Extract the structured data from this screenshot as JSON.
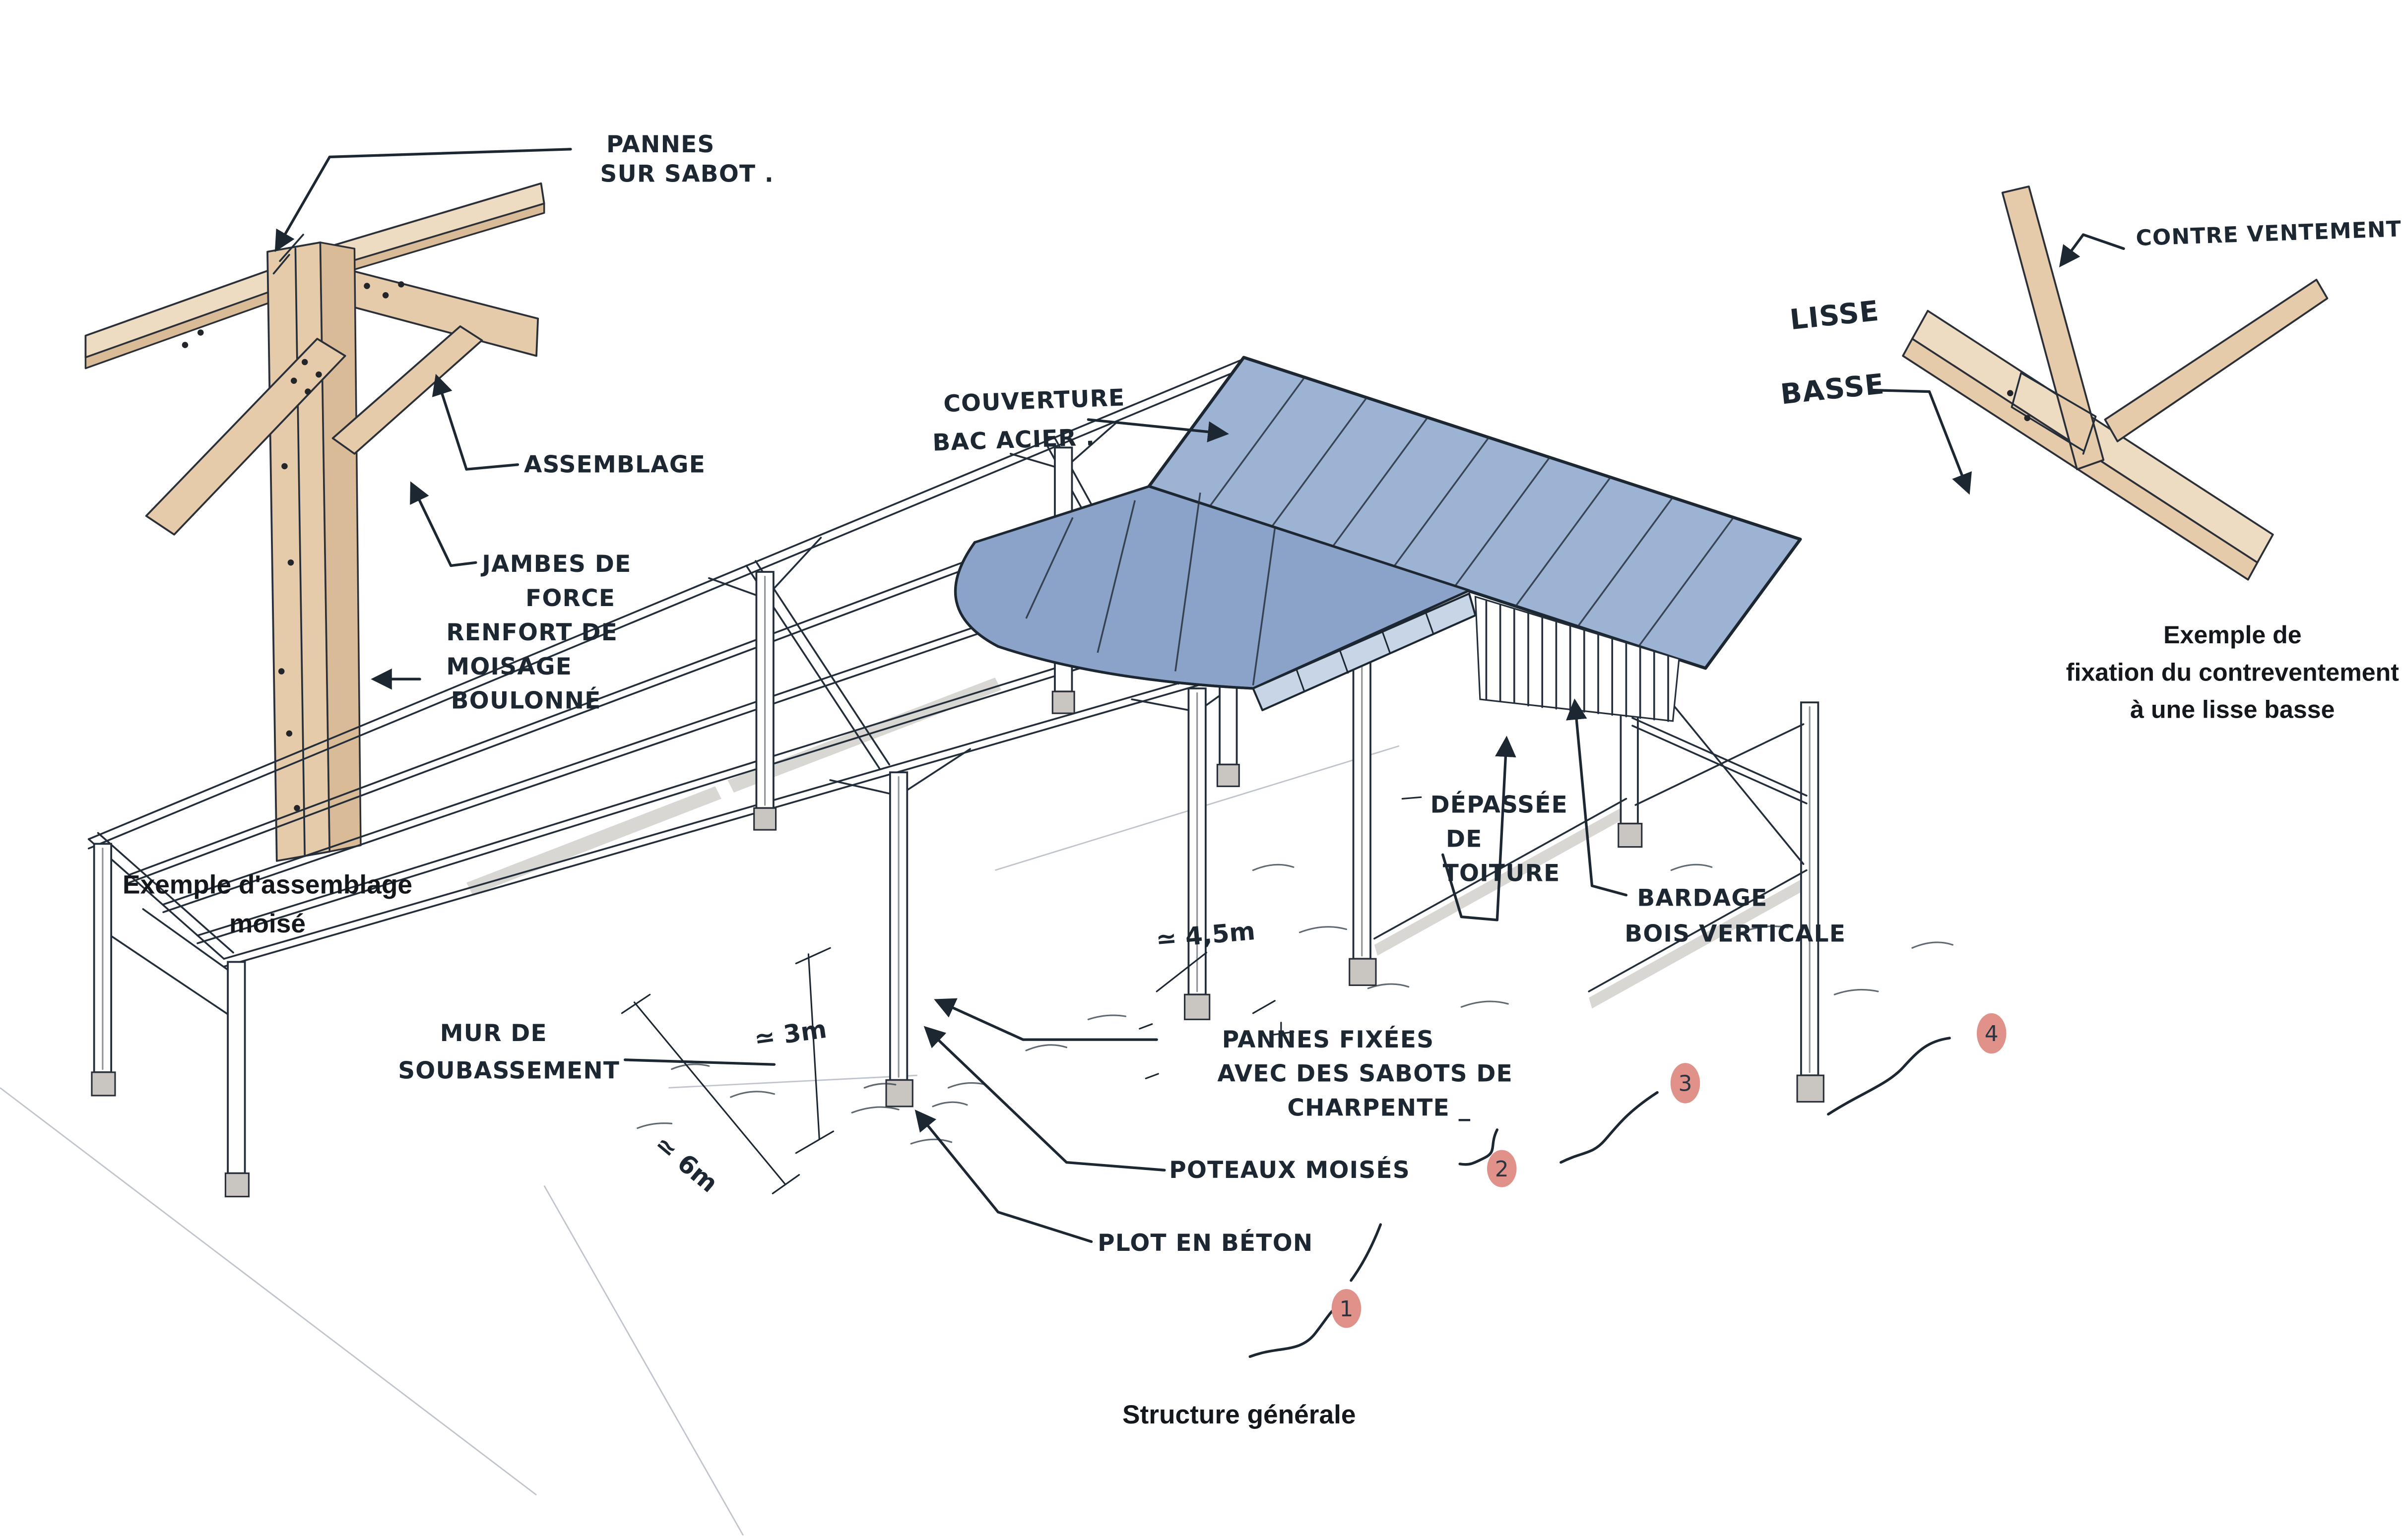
{
  "captions": {
    "assemblage_title_1": "Exemple d'assemblage",
    "assemblage_title_2": "moisé",
    "fixation_title_1": "Exemple de",
    "fixation_title_2": "fixation du contreventement",
    "fixation_title_3": "à une lisse basse",
    "structure_title": "Structure générale"
  },
  "annotations": {
    "pannes_1": "PANNES",
    "pannes_2": "SUR SABOT .",
    "assemblage": "ASSEMBLAGE",
    "jambes_1": "JAMBES DE",
    "jambes_2": "FORCE",
    "jambes_3": "RENFORT DE",
    "jambes_4": "MOISAGE",
    "jambes_5": "BOULONNÉ",
    "couverture_1": "COUVERTURE",
    "couverture_2": "BAC ACIER .",
    "lisse_1": "LISSE",
    "lisse_2": "BASSE",
    "contreventement": "CONTRE VENTEMENT",
    "depassee_1": "DÉPASSÉE",
    "depassee_2": "DE",
    "depassee_3": "TOITURE",
    "bardage_1": "BARDAGE",
    "bardage_2": "BOIS VERTICALE",
    "pannes_fixees_1": "PANNES FIXÉES",
    "pannes_fixees_2": "AVEC DES SABOTS DE",
    "pannes_fixees_3": "CHARPENTE _",
    "poteaux": "POTEAUX MOISÉS",
    "plot": "PLOT EN BÉTON",
    "mur_1": "MUR DE",
    "mur_2": "SOUBASSEMENT"
  },
  "dimensions": {
    "height": "≃ 3m",
    "length": "≃ 6m",
    "bay": "≃ 4,5m"
  },
  "markers": {
    "m1": "1",
    "m2": "2",
    "m3": "3",
    "m4": "4"
  },
  "colors": {
    "ink": "#1d2732",
    "timber": "#e6cbaa",
    "timber_light": "#eedcc2",
    "timber_dark": "#d9bb97",
    "roof": "#9db3d3",
    "roof_dark": "#8ba3c8",
    "fascia": "#c8d5e7",
    "concrete": "#c9c6c2",
    "marker": "#e0928a"
  }
}
